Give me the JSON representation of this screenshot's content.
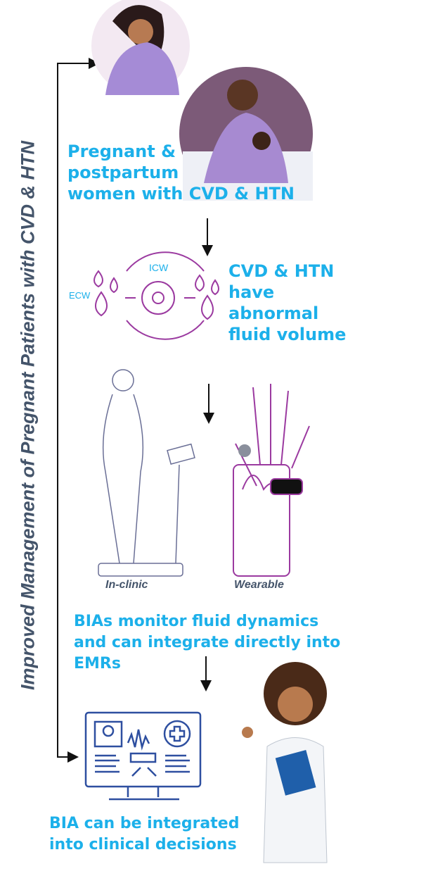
{
  "side_title": "Improved Management of Pregnant Patients with CVD & HTN",
  "steps": [
    {
      "text_lines": [
        "Pregnant &",
        "postpartum",
        "women with CVD & HTN"
      ]
    },
    {
      "text_lines": [
        "CVD & HTN",
        "have",
        "abnormal",
        "fluid volume"
      ],
      "labels": {
        "ecw": "ECW",
        "icw": "ICW"
      }
    },
    {
      "devices": {
        "clinic": "In-clinic",
        "wearable": "Wearable"
      },
      "text_lines": [
        "BIAs monitor fluid dynamics",
        "and can integrate directly into",
        "EMRs"
      ]
    },
    {
      "text_lines": [
        "BIA can be integrated",
        "into clinical decisions"
      ]
    }
  ],
  "colors": {
    "text": "#1cb0ea",
    "title": "#44546a",
    "purple": "#9b3aa0",
    "blue": "#2e4fa0"
  }
}
